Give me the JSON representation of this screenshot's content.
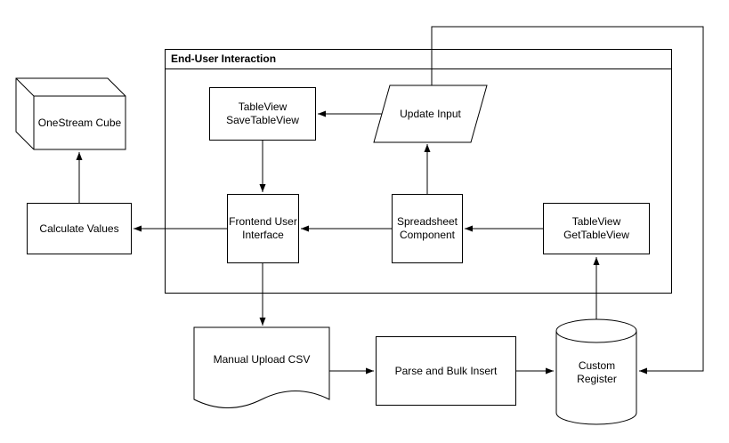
{
  "diagram": {
    "group": {
      "title": "End-User Interaction"
    },
    "nodes": {
      "onestream_cube": {
        "label": "OneStream Cube",
        "shape": "cube"
      },
      "calculate_values": {
        "label": "Calculate Values",
        "shape": "rectangle"
      },
      "tableview_savetableview": {
        "label": "TableView\nSaveTableView",
        "shape": "rectangle"
      },
      "update_input": {
        "label": "Update Input",
        "shape": "parallelogram"
      },
      "frontend_user_interface": {
        "label": "Frontend User\nInterface",
        "shape": "rectangle"
      },
      "spreadsheet_component": {
        "label": "Spreadsheet\nComponent",
        "shape": "rectangle"
      },
      "tableview_gettableview": {
        "label": "TableView\nGetTableView",
        "shape": "rectangle"
      },
      "manual_upload_csv": {
        "label": "Manual Upload CSV",
        "shape": "document"
      },
      "parse_and_bulk_insert": {
        "label": "Parse and Bulk Insert",
        "shape": "rectangle"
      },
      "custom_register": {
        "label": "Custom\nRegister",
        "shape": "cylinder"
      }
    },
    "edges": [
      {
        "from": "update_input",
        "to": "tableview_savetableview"
      },
      {
        "from": "tableview_savetableview",
        "to": "frontend_user_interface"
      },
      {
        "from": "spreadsheet_component",
        "to": "update_input"
      },
      {
        "from": "spreadsheet_component",
        "to": "frontend_user_interface"
      },
      {
        "from": "tableview_gettableview",
        "to": "spreadsheet_component"
      },
      {
        "from": "frontend_user_interface",
        "to": "calculate_values"
      },
      {
        "from": "calculate_values",
        "to": "onestream_cube"
      },
      {
        "from": "frontend_user_interface",
        "to": "manual_upload_csv"
      },
      {
        "from": "manual_upload_csv",
        "to": "parse_and_bulk_insert"
      },
      {
        "from": "parse_and_bulk_insert",
        "to": "custom_register"
      },
      {
        "from": "custom_register",
        "to": "tableview_gettableview"
      },
      {
        "from": "update_input",
        "to": "custom_register"
      }
    ],
    "colors": {
      "stroke": "#000000",
      "fill": "#ffffff"
    }
  }
}
